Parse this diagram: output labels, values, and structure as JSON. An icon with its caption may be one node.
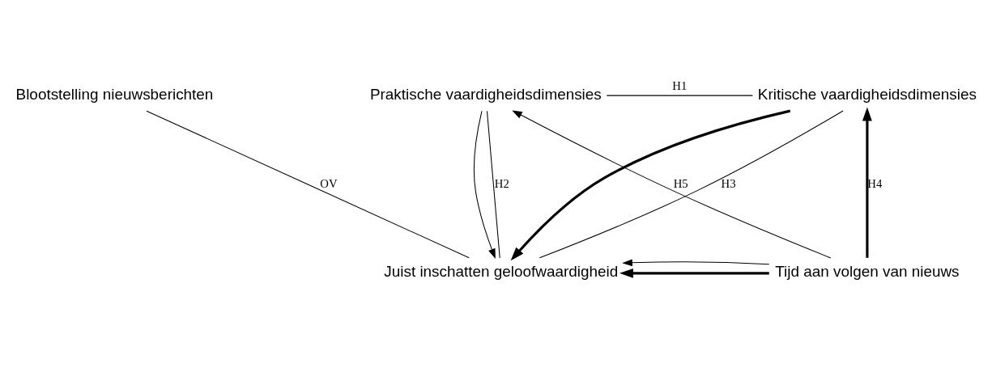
{
  "diagram": {
    "nodes": [
      {
        "text": [
          "Blootstelling nieuwsberichten"
        ]
      },
      {
        "text": [
          "Praktische vaardigheidsdimensies"
        ]
      },
      {
        "text": [
          "Kritische vaardigheidsdimensies"
        ]
      },
      {
        "text": [
          "Juist inschatten geloofwaardigheid"
        ]
      },
      {
        "text": [
          "Tijd aan volgen van nieuws"
        ]
      }
    ],
    "edges": [
      {
        "from": 0,
        "to": 3,
        "arrow": "none",
        "label": "OV"
      },
      {
        "from": 1,
        "to": 2,
        "arrow": "none",
        "label": "H1"
      },
      {
        "from": 1,
        "to": 3,
        "arrow": "none",
        "label": "H2"
      },
      {
        "from": 2,
        "to": 3,
        "arrow": "none",
        "label": "H3"
      },
      {
        "from": 2,
        "to": 3,
        "arrow": "to",
        "style": "thick"
      },
      {
        "from": 1,
        "to": 3,
        "arrow": "to"
      },
      {
        "from": 4,
        "to": 1,
        "arrow": "to",
        "label": "H5"
      },
      {
        "from": 4,
        "to": 2,
        "arrow": "to",
        "style": "thick",
        "label": "H4"
      },
      {
        "from": 4,
        "to": 3,
        "arrow": "to",
        "style": "thick"
      },
      {
        "from": 4,
        "to": 3,
        "arrow": "to"
      }
    ]
  }
}
